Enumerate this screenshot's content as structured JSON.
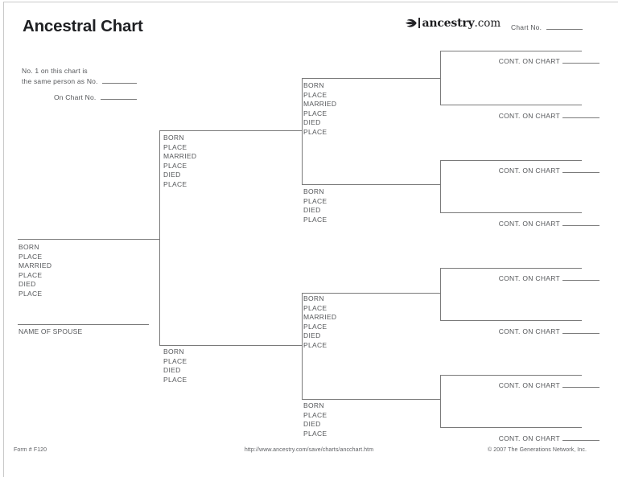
{
  "header": {
    "title": "Ancestral Chart",
    "chart_no_label": "Chart No.",
    "logo_brand": "ancestry",
    "logo_tld": ".com",
    "logo_icon": "leaf-icon"
  },
  "note": {
    "line1": "No. 1 on this chart is",
    "line2": "the same person as No.",
    "line3": "On Chart No."
  },
  "field_sets": {
    "full": [
      "BORN",
      "PLACE",
      "MARRIED",
      "PLACE",
      "DIED",
      "PLACE"
    ],
    "short": [
      "BORN",
      "PLACE",
      "DIED",
      "PLACE"
    ]
  },
  "spouse_label": "NAME OF SPOUSE",
  "cont_label": "CONT. ON CHART",
  "footer": {
    "form_number": "Form # F120",
    "url": "http://www.ancestry.com/save/charts/ancchart.htm",
    "copyright": "© 2007 The Generations Network, Inc."
  },
  "colors": {
    "line": "#7a7a7a",
    "label_text": "#55575a",
    "title_text": "#1f2023",
    "page_edge": "#c9c9c9"
  }
}
